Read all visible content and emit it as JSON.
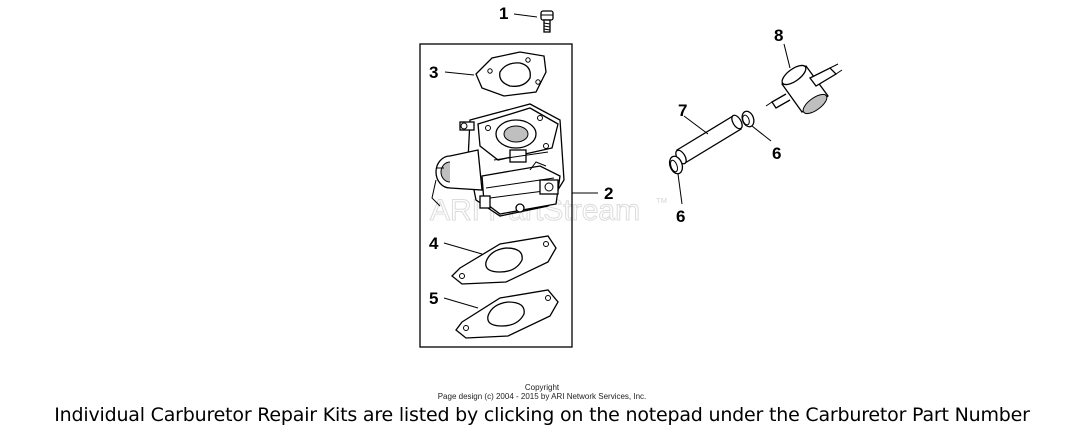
{
  "watermark": {
    "text": "ARI PartStream",
    "tm": "™"
  },
  "callouts": {
    "c1": "1",
    "c2": "2",
    "c3": "3",
    "c4": "4",
    "c5": "5",
    "c6a": "6",
    "c6b": "6",
    "c7": "7",
    "c8": "8"
  },
  "footer": {
    "copyright_label": "Copyright",
    "page_design": "Page design (c) 2004 - 2015 by ARI Network Services, Inc.",
    "notice": "Individual Carburetor Repair Kits are listed by clicking on the notepad under the Carburetor Part Number"
  }
}
